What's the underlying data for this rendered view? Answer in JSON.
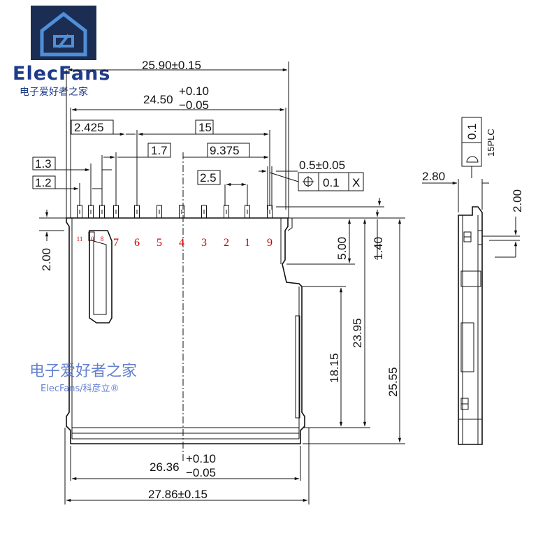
{
  "logo": {
    "brand": "ElecFans",
    "subtitle": "电子爱好者之家",
    "color": "#1e3a8a"
  },
  "watermark": {
    "title": "电子爱好者之家",
    "subtitle": "ElecFans/科彦立®"
  },
  "dimensions": {
    "overall_top_width": "25.90±0.15",
    "inner_top_width_base": "24.50",
    "inner_top_width_plus": "+0.10",
    "inner_top_width_minus": "−0.05",
    "pin1_offset": "2.425",
    "pitch_total": "15",
    "pitch_1_7": "1.7",
    "span_9375": "9.375",
    "offset_1_3": "1.3",
    "offset_1_2": "1.2",
    "pitch_2_5": "2.5",
    "pin_width": "0.5±0.05",
    "left_height": "2.00",
    "depth_5_00": "5.00",
    "depth_1_40": "1.40",
    "depth_23_95": "23.95",
    "depth_18_15": "18.15",
    "overall_depth": "25.55",
    "bottom_inner_base": "26.36",
    "bottom_inner_plus": "+0.10",
    "bottom_inner_minus": "−0.05",
    "bottom_overall": "27.86±0.15",
    "side_thickness": "2.80",
    "side_height": "2.00",
    "flatness_tol": "0.1",
    "flatness_note": "15PLC"
  },
  "tolerance_frame": {
    "symbol": "⌖",
    "value": "0.1",
    "datum": "X"
  },
  "pins": [
    {
      "label": "11",
      "small": true
    },
    {
      "label": "10",
      "small": true
    },
    {
      "label": "8",
      "small": true
    },
    {
      "label": "7",
      "small": false
    },
    {
      "label": "6",
      "small": false
    },
    {
      "label": "5",
      "small": false
    },
    {
      "label": "4",
      "small": false
    },
    {
      "label": "3",
      "small": false
    },
    {
      "label": "2",
      "small": false
    },
    {
      "label": "1",
      "small": false
    },
    {
      "label": "9",
      "small": false
    }
  ]
}
